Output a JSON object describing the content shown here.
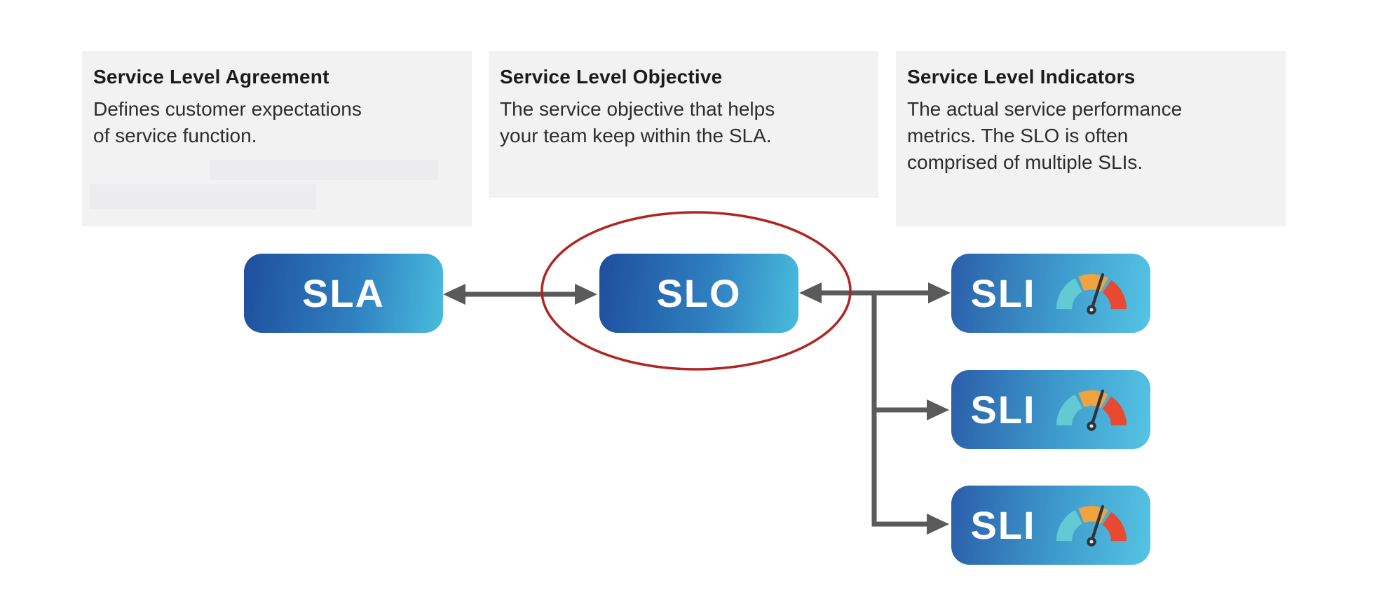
{
  "diagram": {
    "descriptions": [
      {
        "title": "Service Level Agreement",
        "body": "Defines customer expectations of service function.",
        "blurred_text_areas": 2
      },
      {
        "title": "Service Level Objective",
        "body": "The service objective that helps your team keep within the SLA."
      },
      {
        "title": "Service Level Indicators",
        "body": "The actual service performance metrics. The SLO is often comprised of multiple SLIs."
      }
    ],
    "nodes": {
      "sla": {
        "label": "SLA"
      },
      "slo": {
        "label": "SLO"
      },
      "sli_rows": [
        {
          "label": "SLI",
          "icon": "gauge-icon"
        },
        {
          "label": "SLI",
          "icon": "gauge-icon"
        },
        {
          "label": "SLI",
          "icon": "gauge-icon"
        }
      ]
    },
    "annotations": {
      "slo_highlight": "red ellipse drawn around SLO node"
    },
    "connectors": [
      "SLA double-arrow SLO",
      "SLO double-arrow SLI row 1",
      "branch arrow to SLI row 2",
      "branch arrow to SLI row 3"
    ]
  },
  "colors": {
    "panel_bg": "#f2f2f3",
    "redaction": "#ececee",
    "node_gradient_start": "#1e4e9d",
    "node_gradient_mid": "#2f7fc0",
    "node_gradient_end": "#49bcdd",
    "sli_gradient_start": "#2a5ea9",
    "sli_gradient_mid": "#3f9ccd",
    "sli_gradient_end": "#55c4e4",
    "connector": "#5a5a5a",
    "highlight_ellipse": "#b02522",
    "gauge_teal": "#63cad3",
    "gauge_orange": "#f2a33d",
    "gauge_red": "#e84a31",
    "gauge_needle": "#2e343c",
    "text_heading": "#1c1c1c",
    "text_body": "#2d2d2d"
  }
}
